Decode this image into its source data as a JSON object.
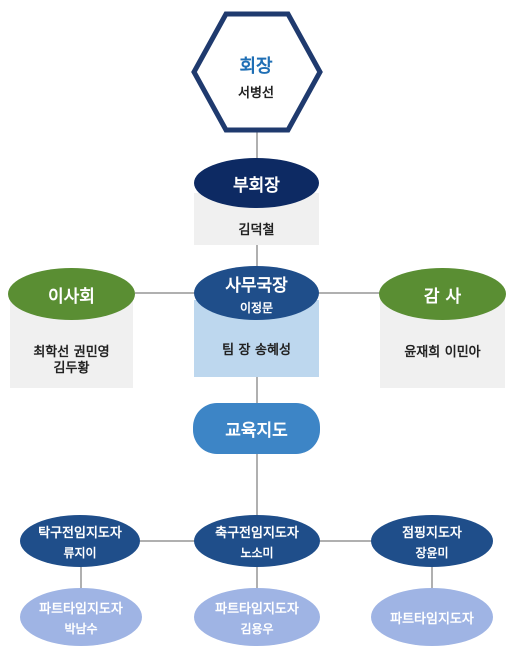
{
  "colors": {
    "navy": "#0d2a63",
    "blue": "#1f4e8a",
    "sky": "#3d85c6",
    "green": "#5a8e33",
    "lavender": "#9fb4e4",
    "hex_border": "#1f3a6e",
    "hex_text": "#1f6fb5",
    "grey_box": "#f0f0f0",
    "lightblue_box": "#bdd7ee",
    "line": "#b0b0b0"
  },
  "chairman": {
    "title": "회장",
    "name": "서병선"
  },
  "vice_chairman": {
    "title": "부회장",
    "name": "김덕철"
  },
  "board": {
    "title": "이사회",
    "members": [
      "최학선 권민영",
      "김두황"
    ]
  },
  "secretary_general": {
    "title": "사무국장",
    "name": "이정문",
    "team_lead": "팀 장 송혜성"
  },
  "auditor": {
    "title": "감 사",
    "members": "윤재희 이민아"
  },
  "education": {
    "title": "교육지도"
  },
  "instructors": [
    {
      "title": "탁구전임지도자",
      "name": "류지이",
      "part_title": "파트타임지도자",
      "part_name": "박남수"
    },
    {
      "title": "축구전임지도자",
      "name": "노소미",
      "part_title": "파트타임지도자",
      "part_name": "김용우"
    },
    {
      "title": "점핑지도자",
      "name": "장윤미",
      "part_title": "파트타임지도자",
      "part_name": ""
    }
  ]
}
